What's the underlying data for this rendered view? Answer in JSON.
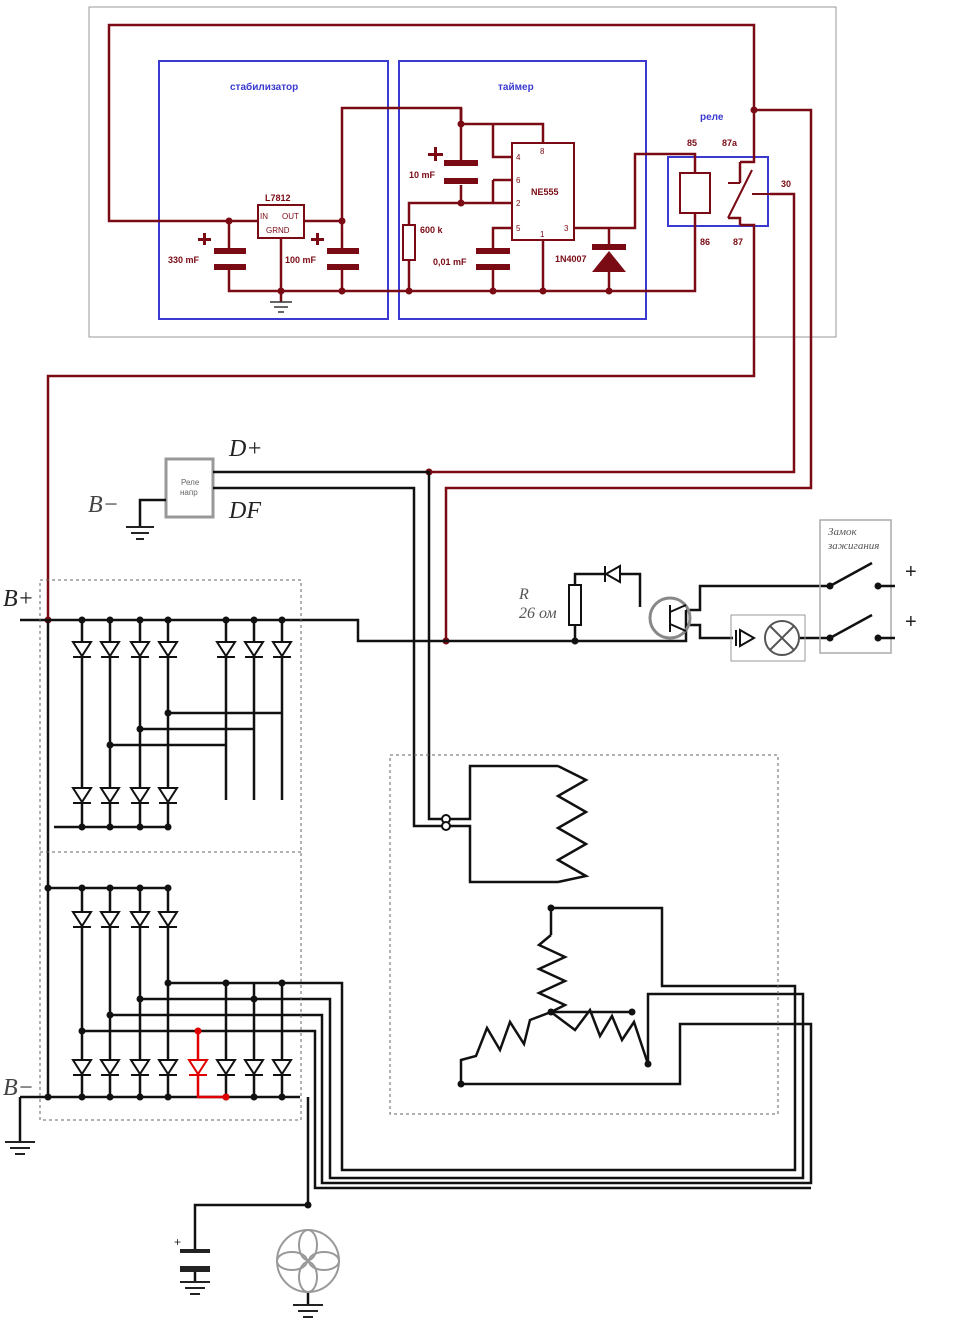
{
  "colors": {
    "wire_dark_red": "#7a0a14",
    "block_blue": "#3a3ad0",
    "wire_black": "#111111",
    "highlight_red": "#e00000",
    "frame_gray": "#999999"
  },
  "blocks": {
    "stabilizer": "стабилизатор",
    "timer": "таймер",
    "relay": "реле"
  },
  "components": {
    "regulator": "L7812",
    "reg_in": "IN",
    "reg_out": "OUT",
    "reg_gnd": "GRND",
    "c330": "330 mF",
    "c100": "100 mF",
    "c10": "10 mF",
    "r600": "600 k",
    "c001": "0,01 mF",
    "ic": "NE555",
    "diode": "1N4007",
    "pin8": "8",
    "pin4": "4",
    "pin6": "6",
    "pin2": "2",
    "pin5": "5",
    "pin1": "1",
    "pin3": "3",
    "relay_85": "85",
    "relay_87a": "87a",
    "relay_86": "86",
    "relay_87": "87",
    "relay_30": "30"
  },
  "alternator": {
    "d_plus": "D+",
    "df": "DF",
    "b_minus_top": "B−",
    "b_plus": "B+",
    "b_minus_bottom": "B−",
    "regulator_box_line1": "Реле",
    "regulator_box_line2": "напр",
    "resistor_name": "R",
    "resistor_value": "26 ом",
    "ignition_line1": "Замок",
    "ignition_line2": "зажигания",
    "plus1": "+",
    "plus2": "+",
    "cap_plus": "+"
  }
}
